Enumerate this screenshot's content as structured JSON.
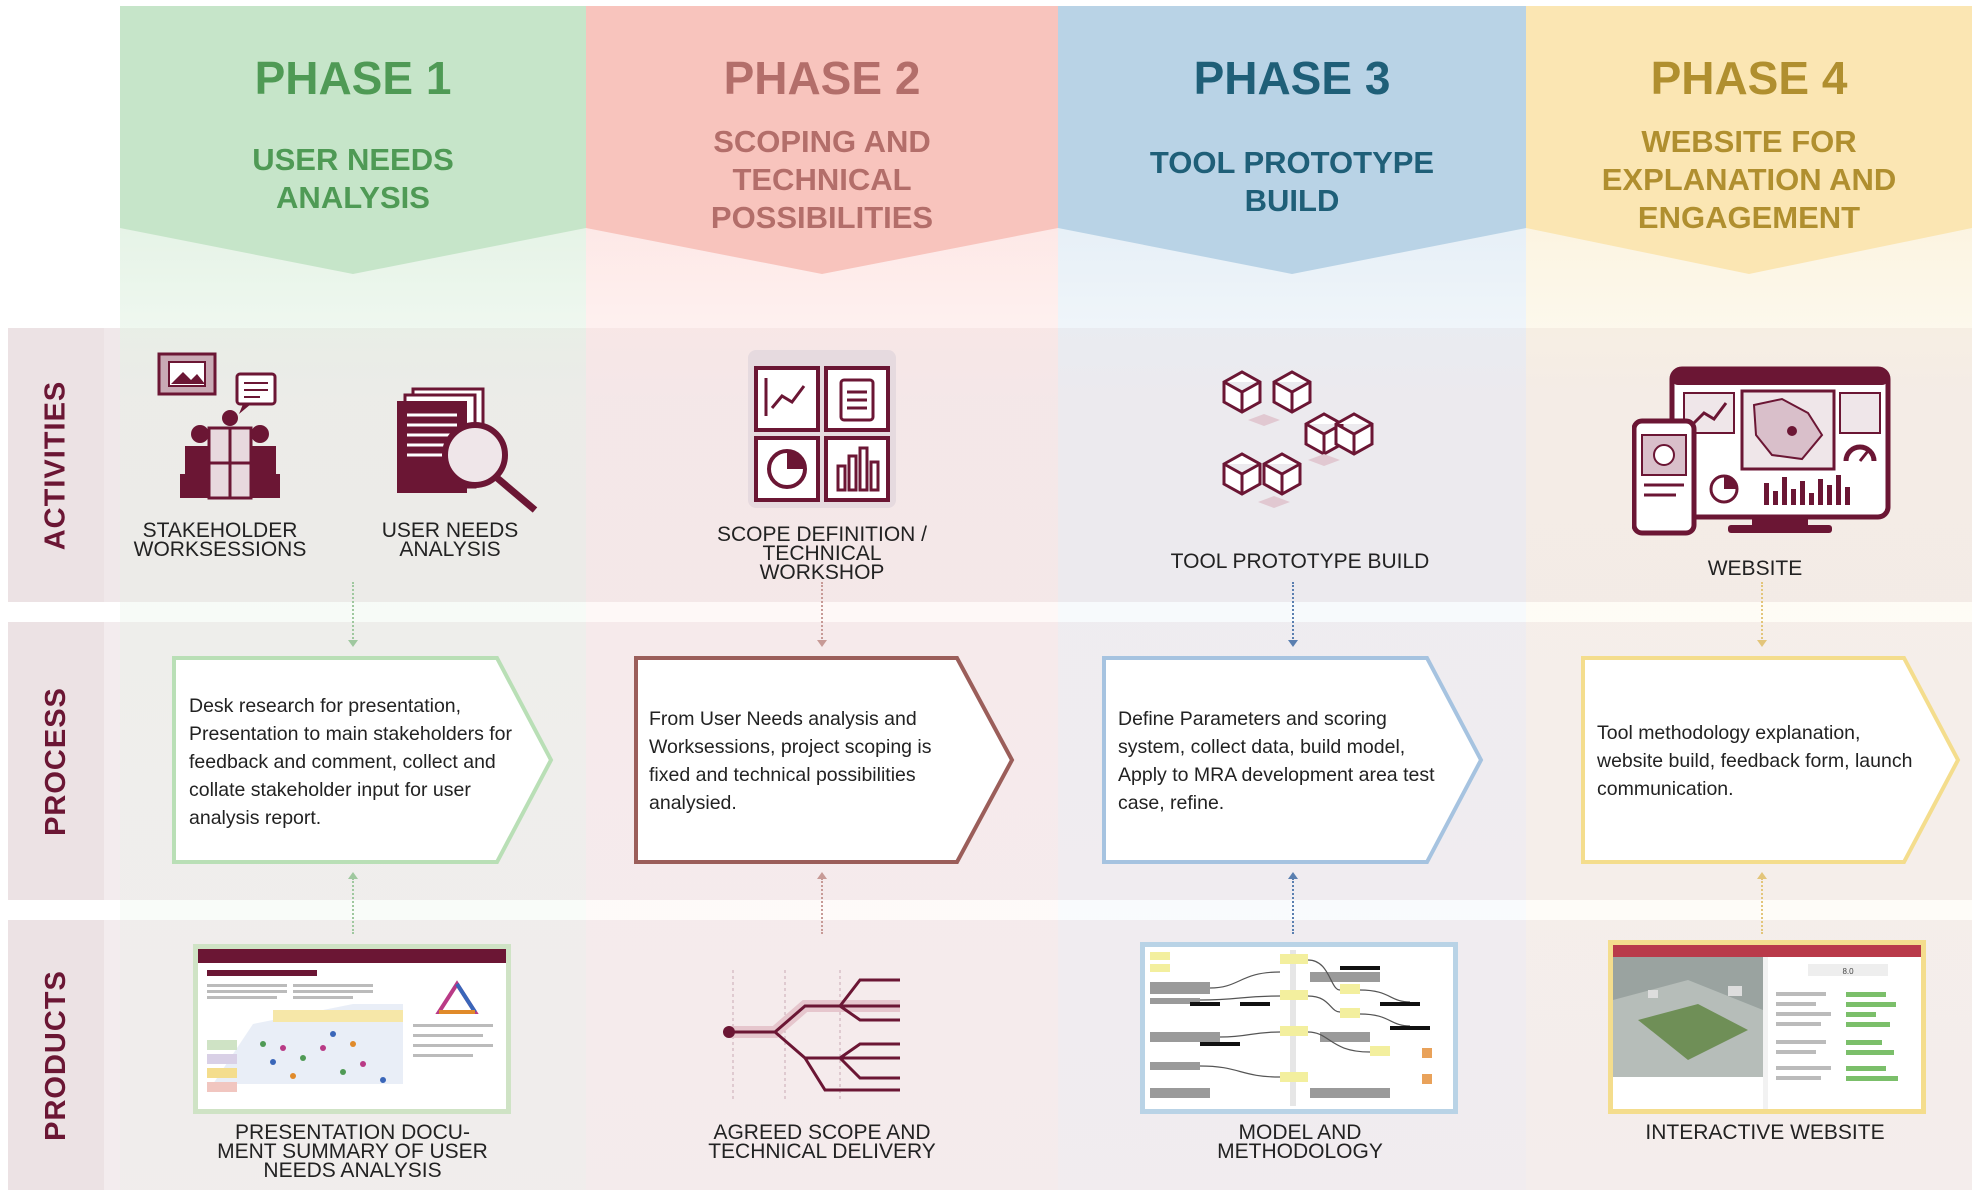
{
  "rows": {
    "activities": "ACTIVITIES",
    "process": "PROCESS",
    "products": "PRODUCTS"
  },
  "colors": {
    "maroon": "#6b1634",
    "phase1": "#4f9a55",
    "phase2": "#b36e6a",
    "phase3": "#1f5f78",
    "phase4": "#b08f2f"
  },
  "phases": [
    {
      "number": "PHASE 1",
      "title": [
        "USER NEEDS",
        "ANALYSIS"
      ],
      "activities": [
        {
          "icon": "stakeholder-meeting-icon",
          "label": [
            "STAKEHOLDER",
            "WORKSESSIONS"
          ]
        },
        {
          "icon": "document-search-icon",
          "label": [
            "USER NEEDS",
            "ANALYSIS"
          ]
        }
      ],
      "process": "Desk research for presentation, Presentation to main stakeholders for feedback and comment, collect and collate stakeholder input for user analysis report.",
      "product": {
        "icon": "presentation-document-thumbnail",
        "label": [
          "PRESENTATION DOCU-",
          "MENT SUMMARY OF USER",
          "NEEDS ANALYSIS"
        ]
      }
    },
    {
      "number": "PHASE 2",
      "title": [
        "SCOPING AND",
        "TECHNICAL",
        "POSSIBILITIES"
      ],
      "activities": [
        {
          "icon": "dashboard-panels-icon",
          "label": [
            "SCOPE DEFINITION /",
            "TECHNICAL",
            "WORKSHOP"
          ]
        }
      ],
      "process": "From User Needs analysis and Worksessions, project scoping is fixed and technical possibilities analysied.",
      "product": {
        "icon": "branching-tree-icon",
        "label": [
          "AGREED SCOPE AND",
          "TECHNICAL DELIVERY"
        ]
      }
    },
    {
      "number": "PHASE 3",
      "title": [
        "TOOL PROTOTYPE",
        "BUILD"
      ],
      "activities": [
        {
          "icon": "cubes-icon",
          "label": [
            "TOOL PROTOTYPE BUILD"
          ]
        }
      ],
      "process": "Define Parameters and scoring system, collect data, build model, Apply to MRA development area test case, refine.",
      "product": {
        "icon": "model-graph-thumbnail",
        "label": [
          "MODEL AND",
          "METHODOLOGY"
        ]
      }
    },
    {
      "number": "PHASE 4",
      "title": [
        "WEBSITE FOR",
        "EXPLANATION AND",
        "ENGAGEMENT"
      ],
      "activities": [
        {
          "icon": "website-devices-icon",
          "label": [
            "WEBSITE"
          ]
        }
      ],
      "process": "Tool methodology explanation, website build, feedback form, launch communication.",
      "product": {
        "icon": "interactive-website-thumbnail",
        "label": [
          "INTERACTIVE WEBSITE"
        ]
      }
    }
  ]
}
